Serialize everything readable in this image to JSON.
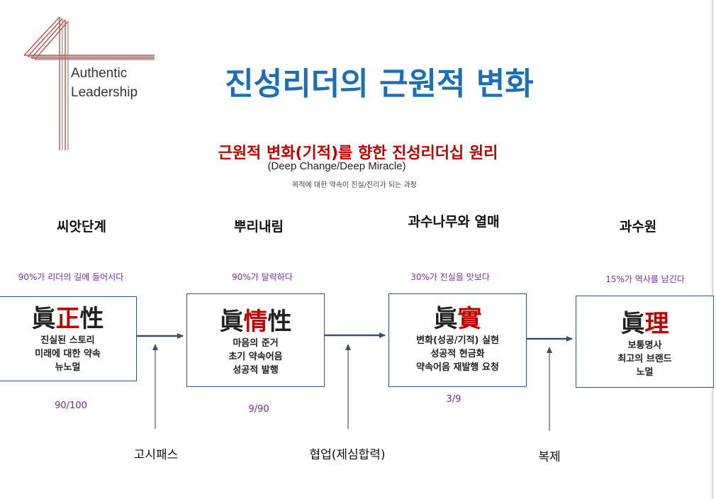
{
  "logo": {
    "line1": "Authentic",
    "line2": "Leadership",
    "colors": {
      "red": "#c0504d",
      "gray": "#9a9a9a"
    }
  },
  "title": "진성리더의 근원적 변화",
  "subtitle": "근원적 변화(기적)를 향한 진성리더십 원리",
  "subtitle_en": "(Deep Change/Deep Miracle)",
  "tagline": "목적에 대한 약속이 진실/진리가 되는 과정",
  "stages": [
    {
      "label": "씨앗단계",
      "percent": "90%가 리더의 길에 들어서다",
      "head": [
        "眞",
        "正",
        "性"
      ],
      "lines": [
        "진실된 스토리",
        "미래에 대한 약속",
        "뉴노멀"
      ],
      "score": "90/100"
    },
    {
      "label": "뿌리내림",
      "percent": "90%가 탈락하다",
      "head": [
        "眞",
        "情",
        "性"
      ],
      "lines": [
        "마음의 준거",
        "초기 약속어음",
        "성공적 발행"
      ],
      "score": "9/90"
    },
    {
      "label": "과수나무와 열매",
      "percent": "30%가 진실을 맛보다",
      "head": [
        "眞",
        "實",
        ""
      ],
      "lines": [
        "변화(성공/기적) 실현",
        "성공적 현금화",
        "약속어음 재발행 요청"
      ],
      "score": "3/9"
    },
    {
      "label": "과수원",
      "percent": "15%가 역사를 남긴다",
      "head": [
        "眞",
        "理",
        ""
      ],
      "lines": [
        "보통명사",
        "최고의 브랜드",
        "노멀"
      ],
      "score": ""
    }
  ],
  "inputs": [
    "고시패스",
    "협업(제심합력)",
    "복제"
  ],
  "colors": {
    "title": "#1a6fb8",
    "subtitle": "#c00000",
    "accent_red": "#c00000",
    "purple": "#7a2fa0",
    "box_border": "#2f4f8f",
    "arrow": "#3d4f66"
  }
}
